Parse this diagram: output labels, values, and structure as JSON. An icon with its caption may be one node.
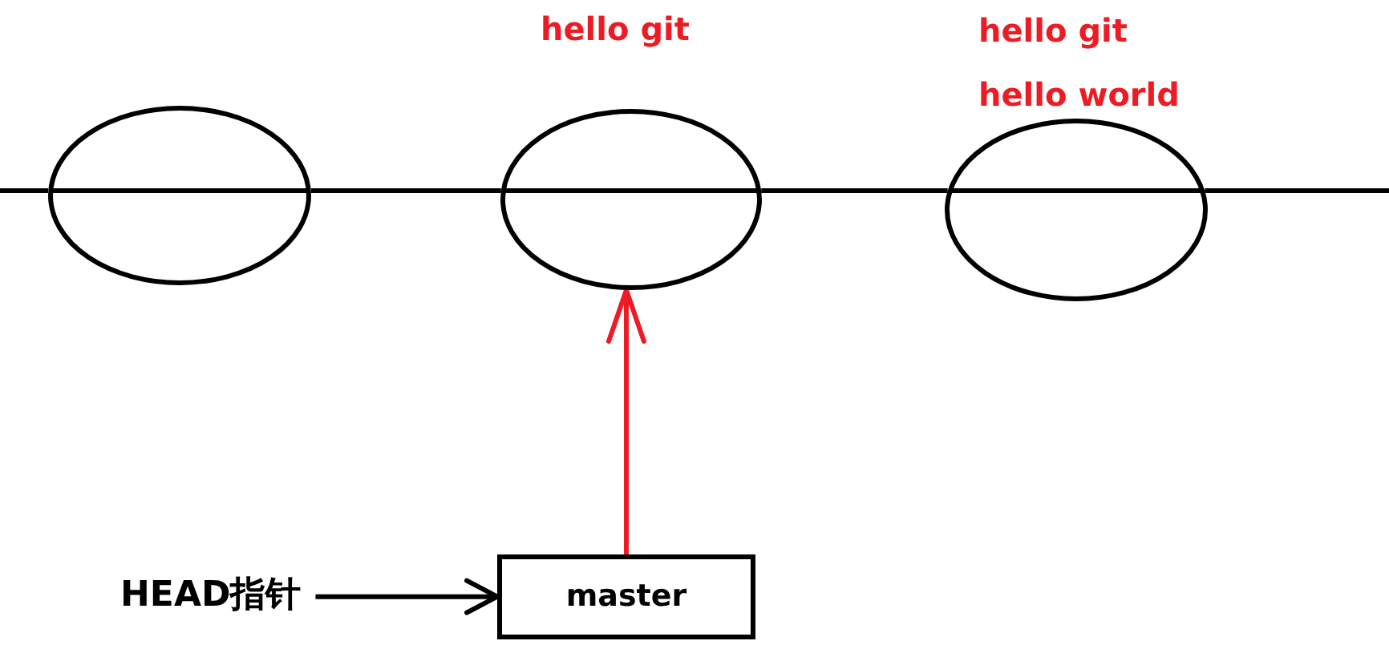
{
  "diagram": {
    "nodes": [
      {
        "text": [],
        "shape": "ellipse"
      },
      {
        "text": [],
        "shape": "ellipse",
        "beside": [
          "hello git"
        ]
      },
      {
        "text": [],
        "shape": "ellipse",
        "beside": [
          "hello git",
          "hello world"
        ]
      },
      {
        "text": [
          "HEAD指针"
        ]
      },
      {
        "text": [
          "master"
        ]
      }
    ],
    "edges": [
      {
        "from": null,
        "to": 0,
        "arrow": "none"
      },
      {
        "from": 0,
        "to": 1,
        "arrow": "none"
      },
      {
        "from": 1,
        "to": 2,
        "arrow": "none"
      },
      {
        "from": 2,
        "to": null,
        "arrow": "none"
      },
      {
        "from": 4,
        "to": 1,
        "arrow": "to",
        "color": "#ed1c24"
      },
      {
        "from": 3,
        "to": 4,
        "arrow": "to"
      }
    ]
  }
}
